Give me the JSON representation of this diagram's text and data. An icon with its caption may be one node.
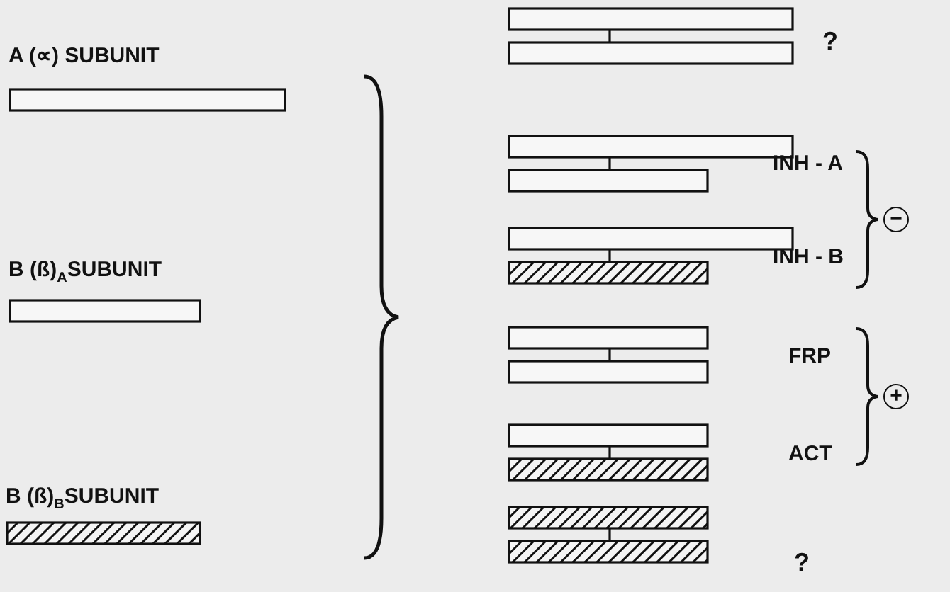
{
  "diagram": {
    "nodes": [
      {
        "text": [
          "A (∝) SUBUNIT"
        ]
      },
      {
        "text": [
          "B (ß)$_{A}$SUBUNIT"
        ]
      },
      {
        "text": [
          "B (ß)$_{B}$SUBUNIT"
        ]
      },
      {
        "text": [],
        "shape": "bar",
        "beside": [
          "?"
        ]
      },
      {
        "text": [],
        "shape": "bar",
        "beside": [
          "INH - A"
        ]
      },
      {
        "text": [],
        "shape": "bar",
        "beside": [
          "INH - B"
        ]
      },
      {
        "text": [],
        "shape": "bar",
        "beside": [
          "FRP"
        ]
      },
      {
        "text": [],
        "shape": "bar",
        "beside": [
          "ACT"
        ]
      },
      {
        "text": [],
        "shape": "bar",
        "beside": [
          "?"
        ]
      }
    ],
    "labels": [
      "−",
      "+"
    ]
  }
}
